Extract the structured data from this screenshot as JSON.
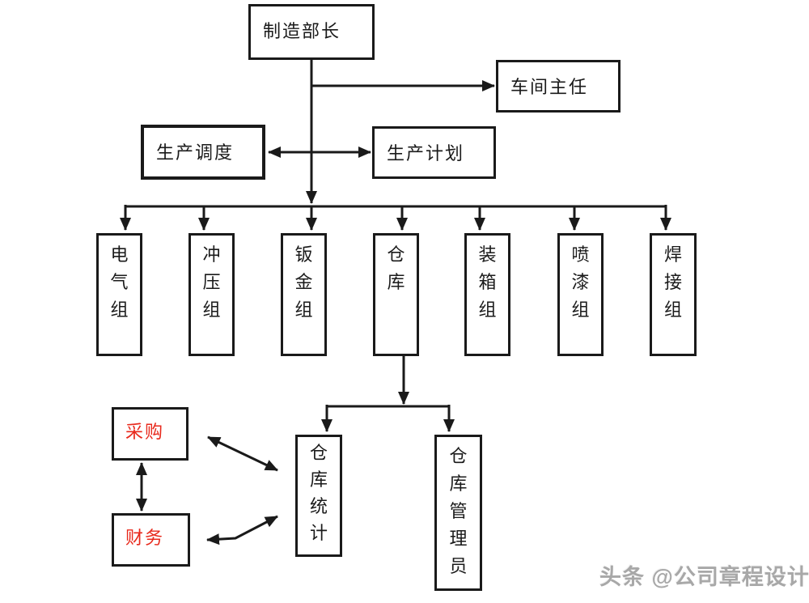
{
  "diagram": {
    "line_color": "#1a1a1a",
    "highlight_text_color": "#e8291c",
    "nodes": {
      "manufacturing_director": {
        "label": "制造部长"
      },
      "workshop_director": {
        "label": "车间主任"
      },
      "production_scheduling": {
        "label": "生产调度"
      },
      "production_planning": {
        "label": "生产计划"
      },
      "groups": [
        {
          "label": "电气组"
        },
        {
          "label": "冲压组"
        },
        {
          "label": "钣金组"
        },
        {
          "label": "仓库"
        },
        {
          "label": "装箱组"
        },
        {
          "label": "喷漆组"
        },
        {
          "label": "焊接组"
        }
      ],
      "warehouse_statistics": {
        "label": "仓库统计"
      },
      "warehouse_manager": {
        "label": "仓库管理员"
      },
      "procurement": {
        "label": "采购",
        "text_color": "#e8291c"
      },
      "finance": {
        "label": "财务",
        "text_color": "#e8291c"
      }
    },
    "edges": [
      {
        "from": "制造部长",
        "to": "车间主任",
        "type": "arrow"
      },
      {
        "from": "生产调度",
        "to": "生产计划",
        "type": "double-arrow"
      },
      {
        "from": "制造部长",
        "to": "电气组",
        "type": "arrow"
      },
      {
        "from": "制造部长",
        "to": "冲压组",
        "type": "arrow"
      },
      {
        "from": "制造部长",
        "to": "钣金组",
        "type": "arrow"
      },
      {
        "from": "制造部长",
        "to": "仓库",
        "type": "arrow"
      },
      {
        "from": "制造部长",
        "to": "装箱组",
        "type": "arrow"
      },
      {
        "from": "制造部长",
        "to": "喷漆组",
        "type": "arrow"
      },
      {
        "from": "制造部长",
        "to": "焊接组",
        "type": "arrow"
      },
      {
        "from": "仓库",
        "to": "仓库统计",
        "type": "arrow"
      },
      {
        "from": "仓库",
        "to": "仓库管理员",
        "type": "arrow"
      },
      {
        "from": "采购",
        "to": "财务",
        "type": "double-arrow"
      },
      {
        "from": "采购",
        "to": "仓库统计",
        "type": "double-arrow"
      },
      {
        "from": "财务",
        "to": "仓库统计",
        "type": "double-arrow"
      }
    ]
  },
  "watermark": {
    "text": "头条 @公司章程设计"
  }
}
